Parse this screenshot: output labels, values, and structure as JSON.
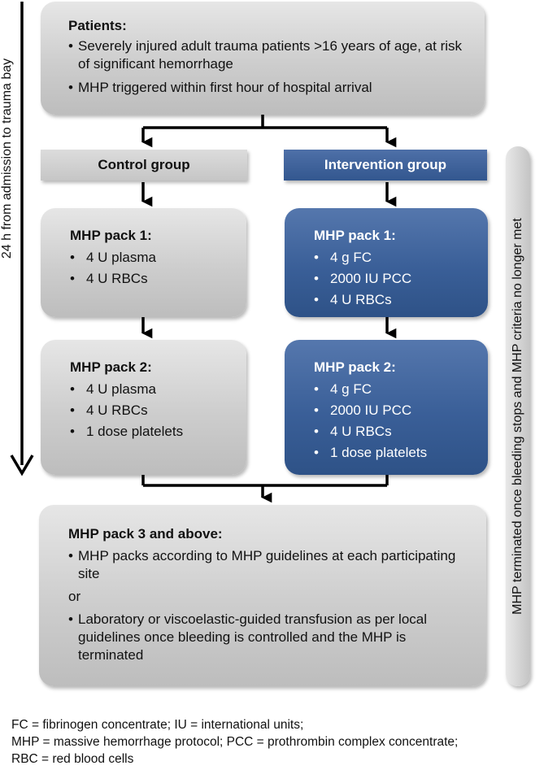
{
  "timeline_label": "24 h from admission to trauma bay",
  "side_note": "MHP terminated once bleeding stops and MHP criteria no longer met",
  "patients": {
    "title": "Patients:",
    "items": [
      "Severely injured adult trauma patients >16 years of age, at risk of significant hemorrhage",
      "MHP triggered within first hour of hospital arrival"
    ]
  },
  "control": {
    "header": "Control group",
    "pack1": {
      "title": "MHP pack 1:",
      "items": [
        "4 U plasma",
        "4 U RBCs"
      ]
    },
    "pack2": {
      "title": "MHP pack 2:",
      "items": [
        "4 U plasma",
        "4 U RBCs",
        "1 dose platelets"
      ]
    }
  },
  "intervention": {
    "header": "Intervention group",
    "pack1": {
      "title": "MHP pack 1:",
      "items": [
        "4 g FC",
        "2000 IU PCC",
        "4 U RBCs"
      ]
    },
    "pack2": {
      "title": "MHP pack 2:",
      "items": [
        "4 g FC",
        "2000 IU PCC",
        "4 U RBCs",
        "1 dose platelets"
      ]
    }
  },
  "pack3": {
    "title": "MHP pack 3 and above:",
    "item1": "MHP packs according to MHP guidelines at each participating site",
    "or": "or",
    "item2": "Laboratory or viscoelastic-guided transfusion as per local guidelines once bleeding is controlled and the MHP is terminated"
  },
  "legend": [
    "FC = fibrinogen concentrate; IU = international units;",
    "MHP = massive hemorrhage protocol; PCC = prothrombin complex concentrate;",
    "RBC = red blood cells"
  ]
}
